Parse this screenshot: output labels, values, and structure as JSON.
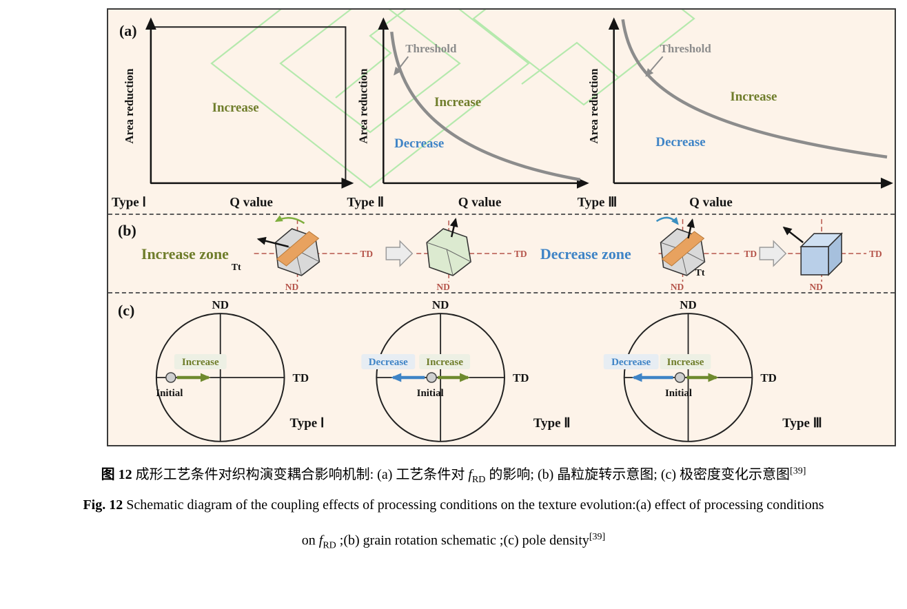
{
  "colors": {
    "panel_bg": "#fdf3e9",
    "increase_green": "#6f7d2b",
    "decrease_blue": "#3f84c6",
    "threshold_gray": "#8c8c8c",
    "axis_red": "#b5544a",
    "watermark_green": "#86e386",
    "grain_gray": "#d9d9d9",
    "grain_green": "#dcead0",
    "grain_blue": "#b9cfe8",
    "plane_orange": "#e8a25f"
  },
  "panel_a": {
    "label": "(a)",
    "ylabel": "Area reduction",
    "xlabel": "Q value",
    "plots": [
      {
        "type": "Type Ⅰ",
        "increase": "Increase"
      },
      {
        "type": "Type Ⅱ",
        "threshold": "Threshold",
        "increase": "Increase",
        "decrease": "Decrease"
      },
      {
        "type": "Type Ⅲ",
        "threshold": "Threshold",
        "increase": "Increase",
        "decrease": "Decrease"
      }
    ]
  },
  "panel_b": {
    "label": "(b)",
    "increase_zone": "Increase zone",
    "decrease_zone": "Decrease zone",
    "td": "TD",
    "nd": "ND",
    "tt": "Tt"
  },
  "panel_c": {
    "label": "(c)",
    "figures": [
      {
        "nd": "ND",
        "td": "TD",
        "initial": "Initial",
        "increase": "Increase",
        "type": "Type Ⅰ"
      },
      {
        "nd": "ND",
        "td": "TD",
        "initial": "Initial",
        "increase": "Increase",
        "decrease": "Decrease",
        "type": "Type Ⅱ"
      },
      {
        "nd": "ND",
        "td": "TD",
        "initial": "Initial",
        "increase": "Increase",
        "decrease": "Decrease",
        "type": "Type Ⅲ"
      }
    ]
  },
  "caption_cn": {
    "fig": "图 12",
    "part1": " 成形工艺条件对织构演变耦合影响机制: (a) 工艺条件对 ",
    "f": "f",
    "sub": "RD",
    "part2": " 的影响; (b) 晶粒旋转示意图; (c) 极密度变化示意图",
    "ref": "[39]"
  },
  "caption_en": {
    "fig": "Fig. 12",
    "line1": " Schematic diagram of the coupling effects of processing conditions on the texture evolution:(a) effect of processing conditions",
    "line2a": "on ",
    "f": "f",
    "sub": "RD",
    "line2b": " ;(b) grain rotation schematic ;(c) pole density",
    "ref": "[39]"
  }
}
